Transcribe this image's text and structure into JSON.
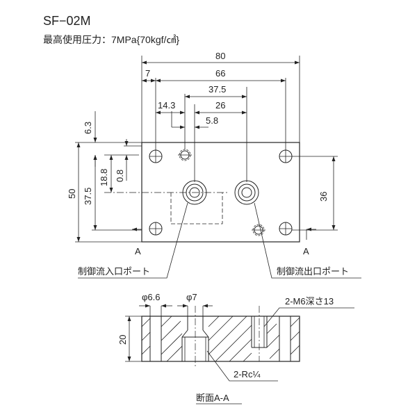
{
  "header": {
    "model": "SF−02M",
    "pressure_label": "最高使用圧力：7MPa{70kgf/㎠}"
  },
  "dimensions": {
    "overall_width": "80",
    "left_offset": "7",
    "hole_span": "66",
    "port_span": "37.5",
    "inlet_offset": "14.3",
    "outlet_offset": "26",
    "small_offset": "5.8",
    "top_offset": "6.3",
    "v_18_8": "18.8",
    "v_0_8": "0.8",
    "height": "50",
    "v_37_5": "37.5",
    "hole_pitch_v": "36",
    "section_thickness": "20",
    "dia_66": "φ6.6",
    "dia_7": "φ7"
  },
  "labels": {
    "section_mark_left": "A",
    "section_mark_right": "A",
    "inlet_port": "制御流入口ポート",
    "outlet_port": "制御流出口ポート",
    "tapped_holes": "2-M6深さ13",
    "pipe_ports": "2-Rc¼",
    "section_title": "断面A-A"
  }
}
